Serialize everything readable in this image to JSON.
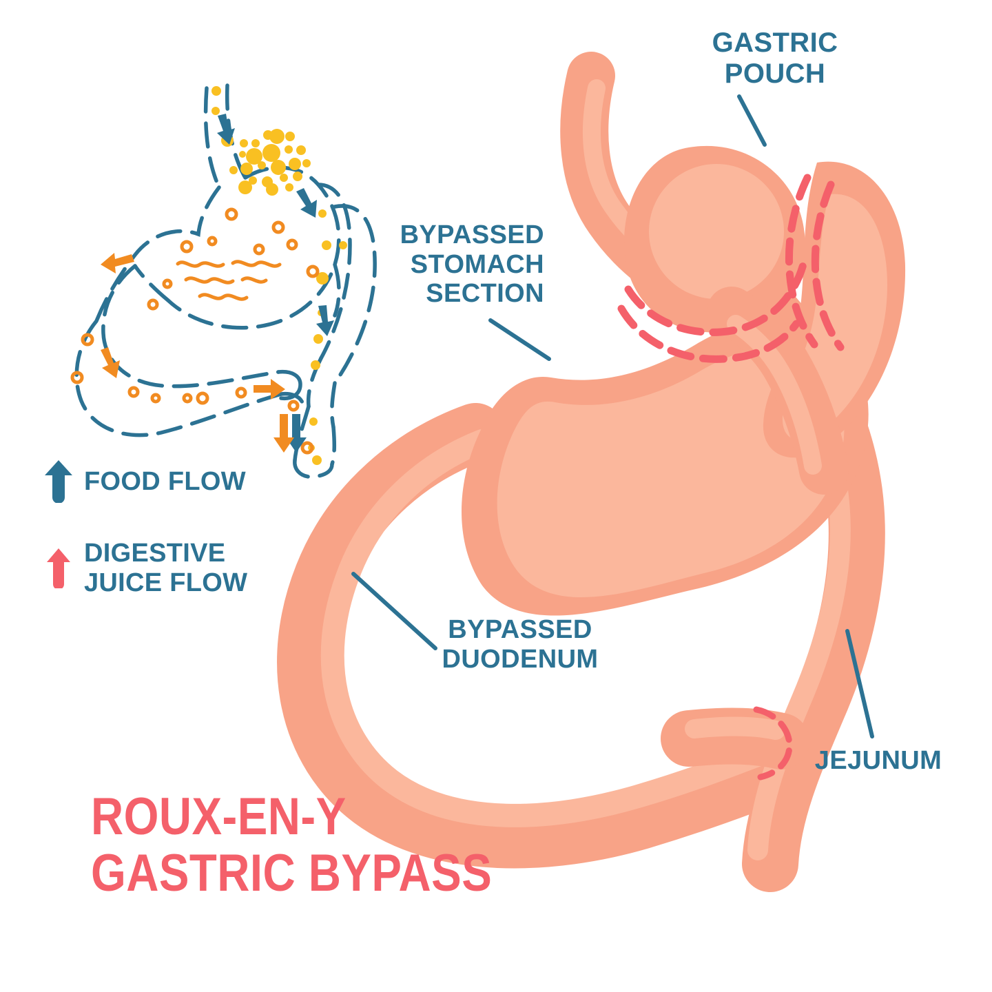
{
  "title": {
    "text": "ROUX-EN-Y\nGASTRIC BYPASS",
    "color": "#f4606a"
  },
  "labels": {
    "gastric_pouch": "GASTRIC\nPOUCH",
    "bypassed_stomach": "BYPASSED\nSTOMACH\nSECTION",
    "bypassed_duodenum": "BYPASSED\nDUODENUM",
    "jejunum": "JEJUNUM",
    "color": "#2c7293"
  },
  "legend": {
    "items": [
      {
        "label": "FOOD FLOW",
        "color": "#2c7293",
        "icon": "arrow-up-icon"
      },
      {
        "label": "DIGESTIVE\nJUICE FLOW",
        "color": "#f4606a",
        "icon": "arrow-up-icon"
      }
    ]
  },
  "colors": {
    "organ_base": "#f8a387",
    "organ_light": "#fbb79c",
    "organ_shade": "#f79877",
    "staple_line": "#f4606a",
    "outline_teal": "#2c7293",
    "food_yellow": "#f9c022",
    "juice_orange": "#f18b21",
    "background": "#ffffff"
  },
  "inset": {
    "name": "normal-digestive-anatomy-inset",
    "description": "Dashed outline stomach, duodenum and jejunum with yellow food particles, orange digestive juice rings and wavy lines, teal food-flow arrows and orange juice-flow arrows"
  },
  "main": {
    "name": "roux-en-y-gastric-bypass-illustration",
    "parts": [
      "esophagus",
      "gastric-pouch",
      "bypassed-stomach-section",
      "bypassed-duodenum",
      "roux-limb",
      "jejunum",
      "gastrojejunal-anastomosis",
      "jejunojejunal-anastomosis"
    ]
  }
}
